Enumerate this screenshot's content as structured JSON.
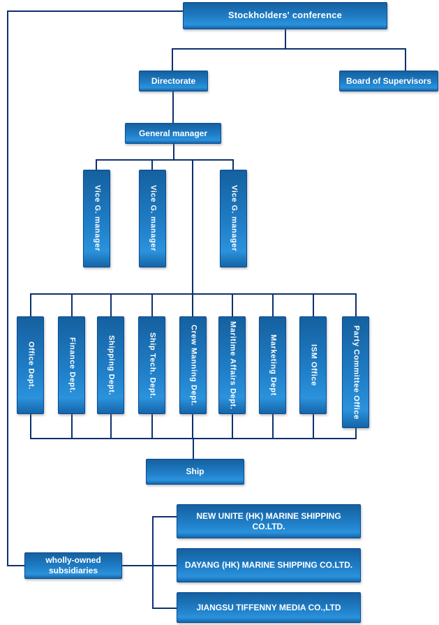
{
  "diagram": {
    "stockholders": {
      "label": "Stockholders' conference"
    },
    "directorate": {
      "label": "Directorate"
    },
    "board_of_supervisors": {
      "label": "Board of Supervisors"
    },
    "general_manager": {
      "label": "General manager"
    },
    "vice_managers": [
      {
        "label": "Vice G. manager"
      },
      {
        "label": "Vice G. manager"
      },
      {
        "label": "Vice G. manager"
      }
    ],
    "departments": [
      {
        "label": "Office Dept."
      },
      {
        "label": "Finance Dept."
      },
      {
        "label": "Shipping Dept."
      },
      {
        "label": "Ship Tech. Dept."
      },
      {
        "label": "Crew Manning Dept."
      },
      {
        "label": "Maritime Affairs Dept."
      },
      {
        "label": "Marketing Dept"
      },
      {
        "label": "ISM Office"
      },
      {
        "label": "Party Committee Office"
      }
    ],
    "ship": {
      "label": "Ship"
    },
    "wholly_owned": {
      "label": "wholly-owned subsidiaries"
    },
    "subsidiaries": [
      {
        "label": "NEW UNITE (HK) MARINE SHIPPING CO.LTD."
      },
      {
        "label": "DAYANG (HK) MARINE SHIPPING CO.LTD."
      },
      {
        "label": "JIANGSU TIFFENNY MEDIA CO.,LTD"
      }
    ],
    "colors": {
      "box_fill_top": "#15609F",
      "box_fill_bottom": "#2B92DC",
      "box_border": "#0B4A92",
      "connector": "#0D3070",
      "text": "#FFFFFF",
      "background": "#FFFFFF"
    }
  }
}
